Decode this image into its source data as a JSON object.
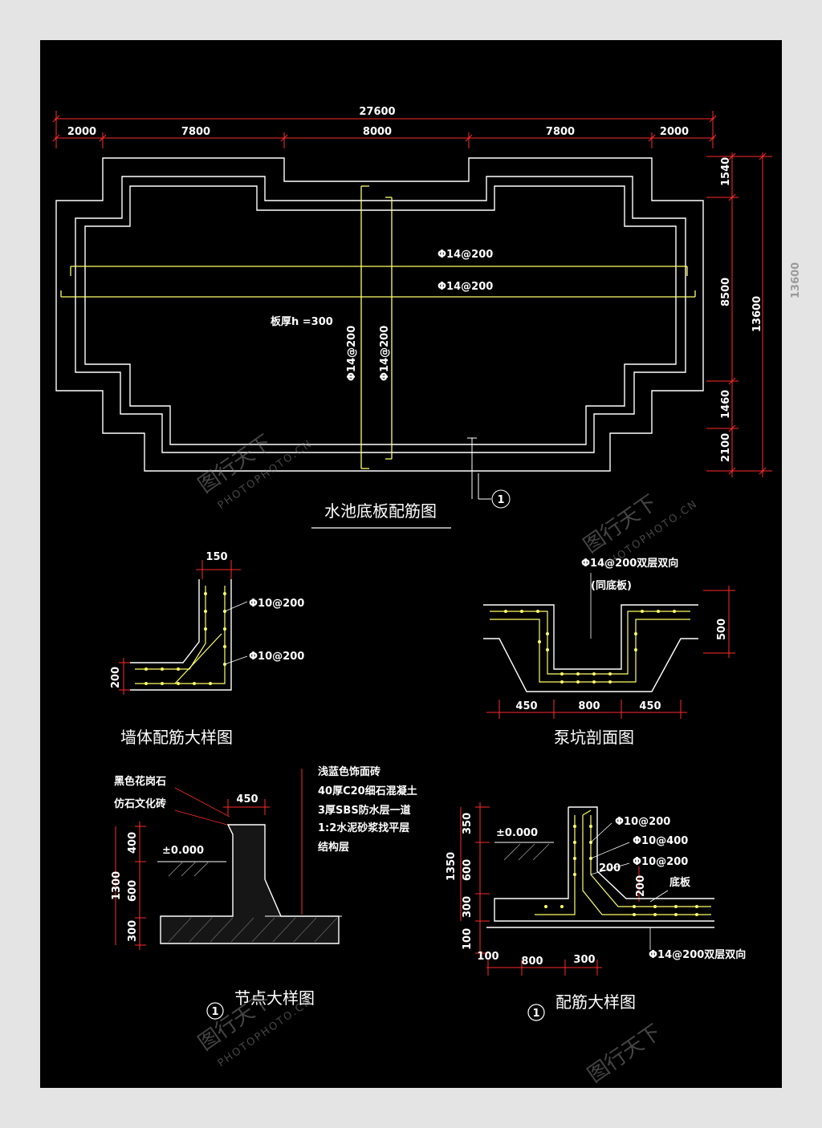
{
  "colors": {
    "background": "#000000",
    "outline": "#ffffff",
    "rebar": "#ffff66",
    "dimension": "#ff2a2a",
    "page": "#e4e4e4"
  },
  "plan": {
    "title": "水池底板配筋图",
    "overall_width": "27600",
    "segments": [
      "2000",
      "7800",
      "8000",
      "7800",
      "2000"
    ],
    "right_dims": [
      "1540",
      "8500",
      "1460",
      "2100"
    ],
    "overall_height": "13600",
    "outer_height": "13600",
    "rebar_h1": "Φ14@200",
    "rebar_h2": "Φ14@200",
    "rebar_v1": "Φ14@200",
    "rebar_v2": "Φ14@200",
    "slab_thickness": "板厚h =300",
    "section_mark": "1"
  },
  "wall_detail": {
    "title": "墙体配筋大样图",
    "top_dim": "150",
    "left_dim": "200",
    "rebar1": "Φ10@200",
    "rebar2": "Φ10@200"
  },
  "pump_pit": {
    "title": "泵坑剖面图",
    "rebar_note": "Φ14@200双层双向",
    "rebar_note2": "(同底板)",
    "right_dim": "500",
    "bottom_dims": [
      "450",
      "800",
      "450"
    ]
  },
  "node_detail": {
    "title": "节点大样图",
    "mark": "1",
    "labels": [
      "黑色花岗石",
      "仿石文化砖"
    ],
    "layers": [
      "浅蓝色饰面砖",
      "40厚C20细石混凝土",
      "3厚SBS防水层一道",
      "1:2水泥砂浆找平层",
      "结构层"
    ],
    "top_dim": "450",
    "elevation": "±0.000",
    "left_dims": [
      "400",
      "600",
      "300"
    ],
    "total_dim": "1300"
  },
  "rebar_detail": {
    "title": "配筋大样图",
    "mark": "1",
    "elevation": "±0.000",
    "rebar_labels": [
      "Φ10@200",
      "Φ10@400",
      "Φ10@200"
    ],
    "dim_200a": "200",
    "dim_200b": "200",
    "slab_label": "底板",
    "bottom_rebar": "Φ14@200双层双向",
    "left_dims": [
      "350",
      "600",
      "300",
      "100"
    ],
    "total_dim": "1350",
    "bottom_dims": [
      "100",
      "800",
      "300"
    ]
  },
  "watermark": {
    "text": "图行天下",
    "sub": "PHOTOPHOTO.CN"
  },
  "outside_labels": [
    "13600"
  ]
}
